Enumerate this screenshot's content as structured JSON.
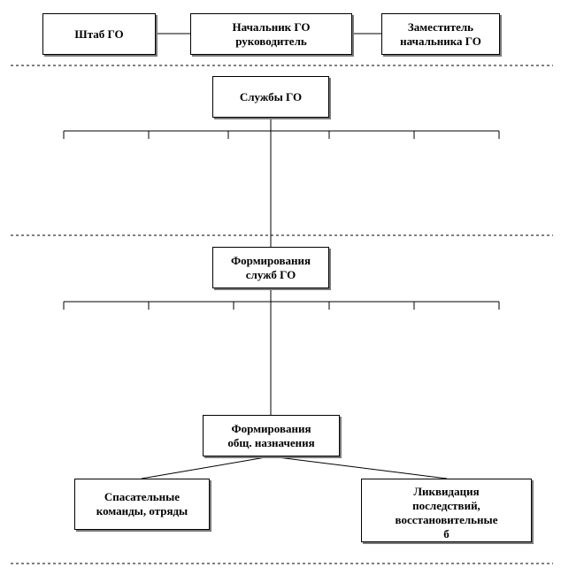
{
  "diagram": {
    "nodes": {
      "shtab": "Штаб ГО",
      "nachalnik": "Начальник ГО\nруководитель",
      "zam": "Заместитель\nначальника ГО",
      "sluzhby": "Службы ГО",
      "form_sluzhb": "Формирования\nслужб ГО",
      "form_obsh": "Формирования\nобщ. назначения",
      "spas": "Спасательные\nкоманды, отряды",
      "likv": "Ликвидация\nпоследствий,\nвосстановительные\nб"
    },
    "colors": {
      "line": "#000000",
      "shadow": "#7a7a7a",
      "background": "#ffffff"
    }
  }
}
